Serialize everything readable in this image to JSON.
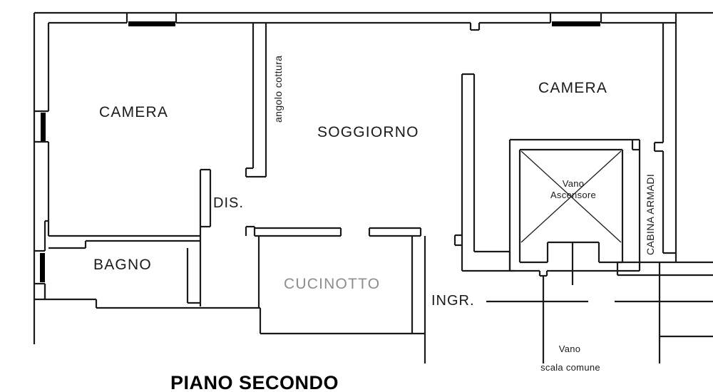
{
  "document": {
    "type": "floor-plan",
    "title": "PIANO SECONDO",
    "language": "it"
  },
  "title_block": {
    "text": "PIANO SECONDO"
  },
  "rooms": [
    {
      "id": "camera-left",
      "label": "CAMERA",
      "style": "big",
      "color": "#1a1a1a"
    },
    {
      "id": "soggiorno",
      "label": "SOGGIORNO",
      "style": "big",
      "color": "#1a1a1a"
    },
    {
      "id": "camera-right",
      "label": "CAMERA",
      "style": "big",
      "color": "#1a1a1a"
    },
    {
      "id": "bagno",
      "label": "BAGNO",
      "style": "big",
      "color": "#1a1a1a"
    },
    {
      "id": "cucinotto",
      "label": "CUCINOTTO",
      "style": "big",
      "color": "#8d8d8d"
    },
    {
      "id": "disimpegno",
      "label": "DIS.",
      "style": "mid",
      "color": "#1a1a1a"
    },
    {
      "id": "ingresso",
      "label": "INGR.",
      "style": "mid",
      "color": "#1a1a1a"
    },
    {
      "id": "angolo-cottura",
      "label": "angolo  cottura",
      "style": "tiny",
      "color": "#1a1a1a",
      "rotated": true
    },
    {
      "id": "cabina-armadi",
      "label": "CABINA ARMADI",
      "style": "tiny",
      "color": "#1a1a1a",
      "rotated": true
    }
  ],
  "annotations": [
    {
      "id": "vano-ascensore",
      "line1": "Vano",
      "line2": "Ascensore",
      "color": "#1a1a1a"
    },
    {
      "id": "vano-scala",
      "line1": "Vano",
      "line2": "scala comune",
      "color": "#1a1a1a"
    }
  ],
  "labels": {
    "camera_left": "CAMERA",
    "camera_right": "CAMERA",
    "soggiorno": "SOGGIORNO",
    "bagno": "BAGNO",
    "cucinotto": "CUCINOTTO",
    "dis": "DIS.",
    "ingr": "INGR.",
    "angolo_cottura": "angolo  cottura",
    "cabina_armadi": "CABINA ARMADI",
    "vano_ascensore_1": "Vano",
    "vano_ascensore_2": "Ascensore",
    "vano_scala_1": "Vano",
    "vano_scala_2": "scala comune"
  },
  "colors": {
    "wall_stroke": "#1a1a1a",
    "window_fill": "#000000",
    "background": "#ffffff",
    "label_dark": "#1a1a1a",
    "label_gray": "#8d8d8d"
  },
  "features": {
    "windows": 4,
    "doors_marked": 3,
    "elevator_shaft": true,
    "common_stair": true
  }
}
